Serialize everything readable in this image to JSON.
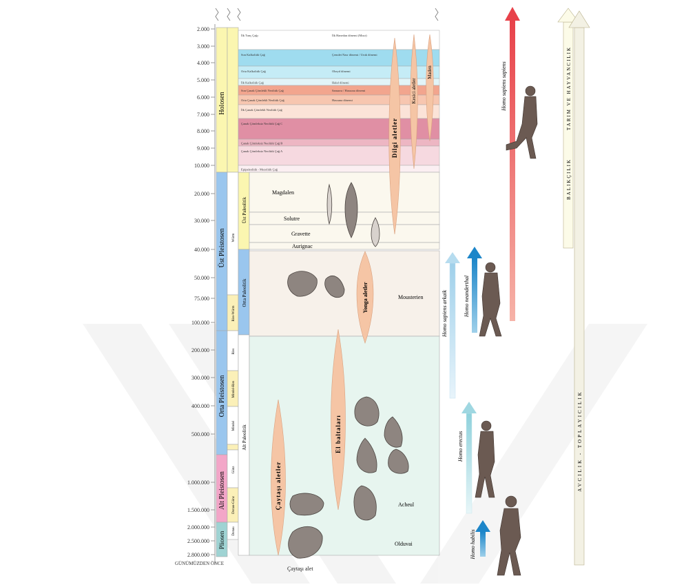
{
  "timescale": {
    "labels": [
      "2.000",
      "3.000",
      "4.000",
      "5.000",
      "6.000",
      "7.000",
      "8.000",
      "9.000",
      "10.000",
      "20.000",
      "30.000",
      "40.000",
      "50.000",
      "75.000",
      "100.000",
      "200.000",
      "300.000",
      "400.000",
      "500.000",
      "1.000.000",
      "1.500.000",
      "2.000.000",
      "2.500.000",
      "2.800.000"
    ],
    "footer": "GÜNÜMÜZDEN ÖNCE"
  },
  "epochs": {
    "holosen": "Holosen",
    "ust_pleistosen": "Üst Pleistosen",
    "orta_pleistosen": "Orta Pleistosen",
    "alt_pleistosen": "Alt Pleistosen",
    "pliosen": "Pliosen"
  },
  "glacials": {
    "wurm": "Würm",
    "riss_wurm": "Riss-Würm",
    "riss": "Riss",
    "mindel_riss": "Mindel-Riss",
    "mindel": "Mindel",
    "gunz": "Günz",
    "donau_gunz": "Donau-Günz",
    "donau": "Donau"
  },
  "periods": {
    "ust_paleolitik": "Üst Paleolitik",
    "orta_paleolitik": "Orta Paleolitik",
    "alt_paleolitik": "Alt Paleolitik"
  },
  "holocene_rows": [
    {
      "left": "İlk Tunç Çağı",
      "right": "İlk Hanedan dönemi (Mısır)",
      "color": "#ffffff"
    },
    {
      "left": "Son Kalkolitik Çağ",
      "right": "Çemdet Nasr dönemi / Uruk dönemi",
      "color": "#9fdcef"
    },
    {
      "left": "Orta Kalkolitik Çağ",
      "right": "Obeyd dönemi",
      "color": "#c5ecf6"
    },
    {
      "left": "İlk Kalkolitik Çağ",
      "right": "Halaf dönemi",
      "color": "#e2f4f8"
    },
    {
      "left": "Son Çanak Çömlekli Neolitik Çağ",
      "right": "Samarra / Hassuna dönemi",
      "color": "#f2a58e"
    },
    {
      "left": "Orta Çanak Çömlekli Neolitik Çağ",
      "right": "Hassuna dönemi",
      "color": "#f7c6b0"
    },
    {
      "left": "İlk Çanak Çömlekli Neolitik Çağ",
      "right": "",
      "color": "#fbe3d8"
    },
    {
      "left": "Çanak Çömleksiz Neolitik Çağ C",
      "right": "",
      "color": "#e08fa4"
    },
    {
      "left": "Çanak Çömleksiz Neolitik Çağ B",
      "right": "",
      "color": "#edb6c3"
    },
    {
      "left": "Çanak Çömleksiz Neolitik Çağ A",
      "right": "",
      "color": "#f6d9e0"
    },
    {
      "left": "Epipaleolitik - Mezolitik Çağ",
      "right": "",
      "color": "#fbeff2"
    }
  ],
  "cultures": {
    "magdalen": "Magdalen",
    "solutre": "Solutre",
    "gravette": "Gravette",
    "aurignac": "Aurignac",
    "mousterien": "Mousterien",
    "acheul": "Acheul",
    "olduvai": "Olduvai"
  },
  "tools": {
    "dilgi": "Dilgi aletler",
    "kesici": "Kesici aletler",
    "metal": "Maden",
    "yonga": "Yonga aletler",
    "el_baltalari": "El baltaları",
    "caytasi": "Çaytaşı aletler",
    "caytasi_alet": "Çaytaşı alet"
  },
  "hominins": {
    "sapiens": "Homo sapiens sapiens",
    "neanderthal": "Homo neanderthal",
    "arkaik": "Homo sapiens arkaik",
    "erectus": "Homo erectus",
    "habilis": "Homo habilis"
  },
  "economy": {
    "tarim": "TARIM VE HAYVANCILIK",
    "balikcilik": "BALIKÇILIK",
    "avcilik": "AVCILIK - TOPLAYICILIK"
  },
  "colors": {
    "holocene_yellow": "#fbf6b0",
    "pleistocene_blue": "#9ac6ee",
    "alt_pink": "#f3a6c8",
    "pliosen_teal": "#9fd3d3",
    "lower_panel": "#e7f5ef",
    "middle_panel": "#f7f1ea",
    "tool_shape": "#f5c5a5",
    "sapiens_arrow": "#e8424a",
    "neanderthal_arrow": "#1d86c9",
    "archaic_arrow": "#b6dcef",
    "erectus_arrow": "#9fd7e1",
    "habilis_arrow": "#1d86c9"
  }
}
